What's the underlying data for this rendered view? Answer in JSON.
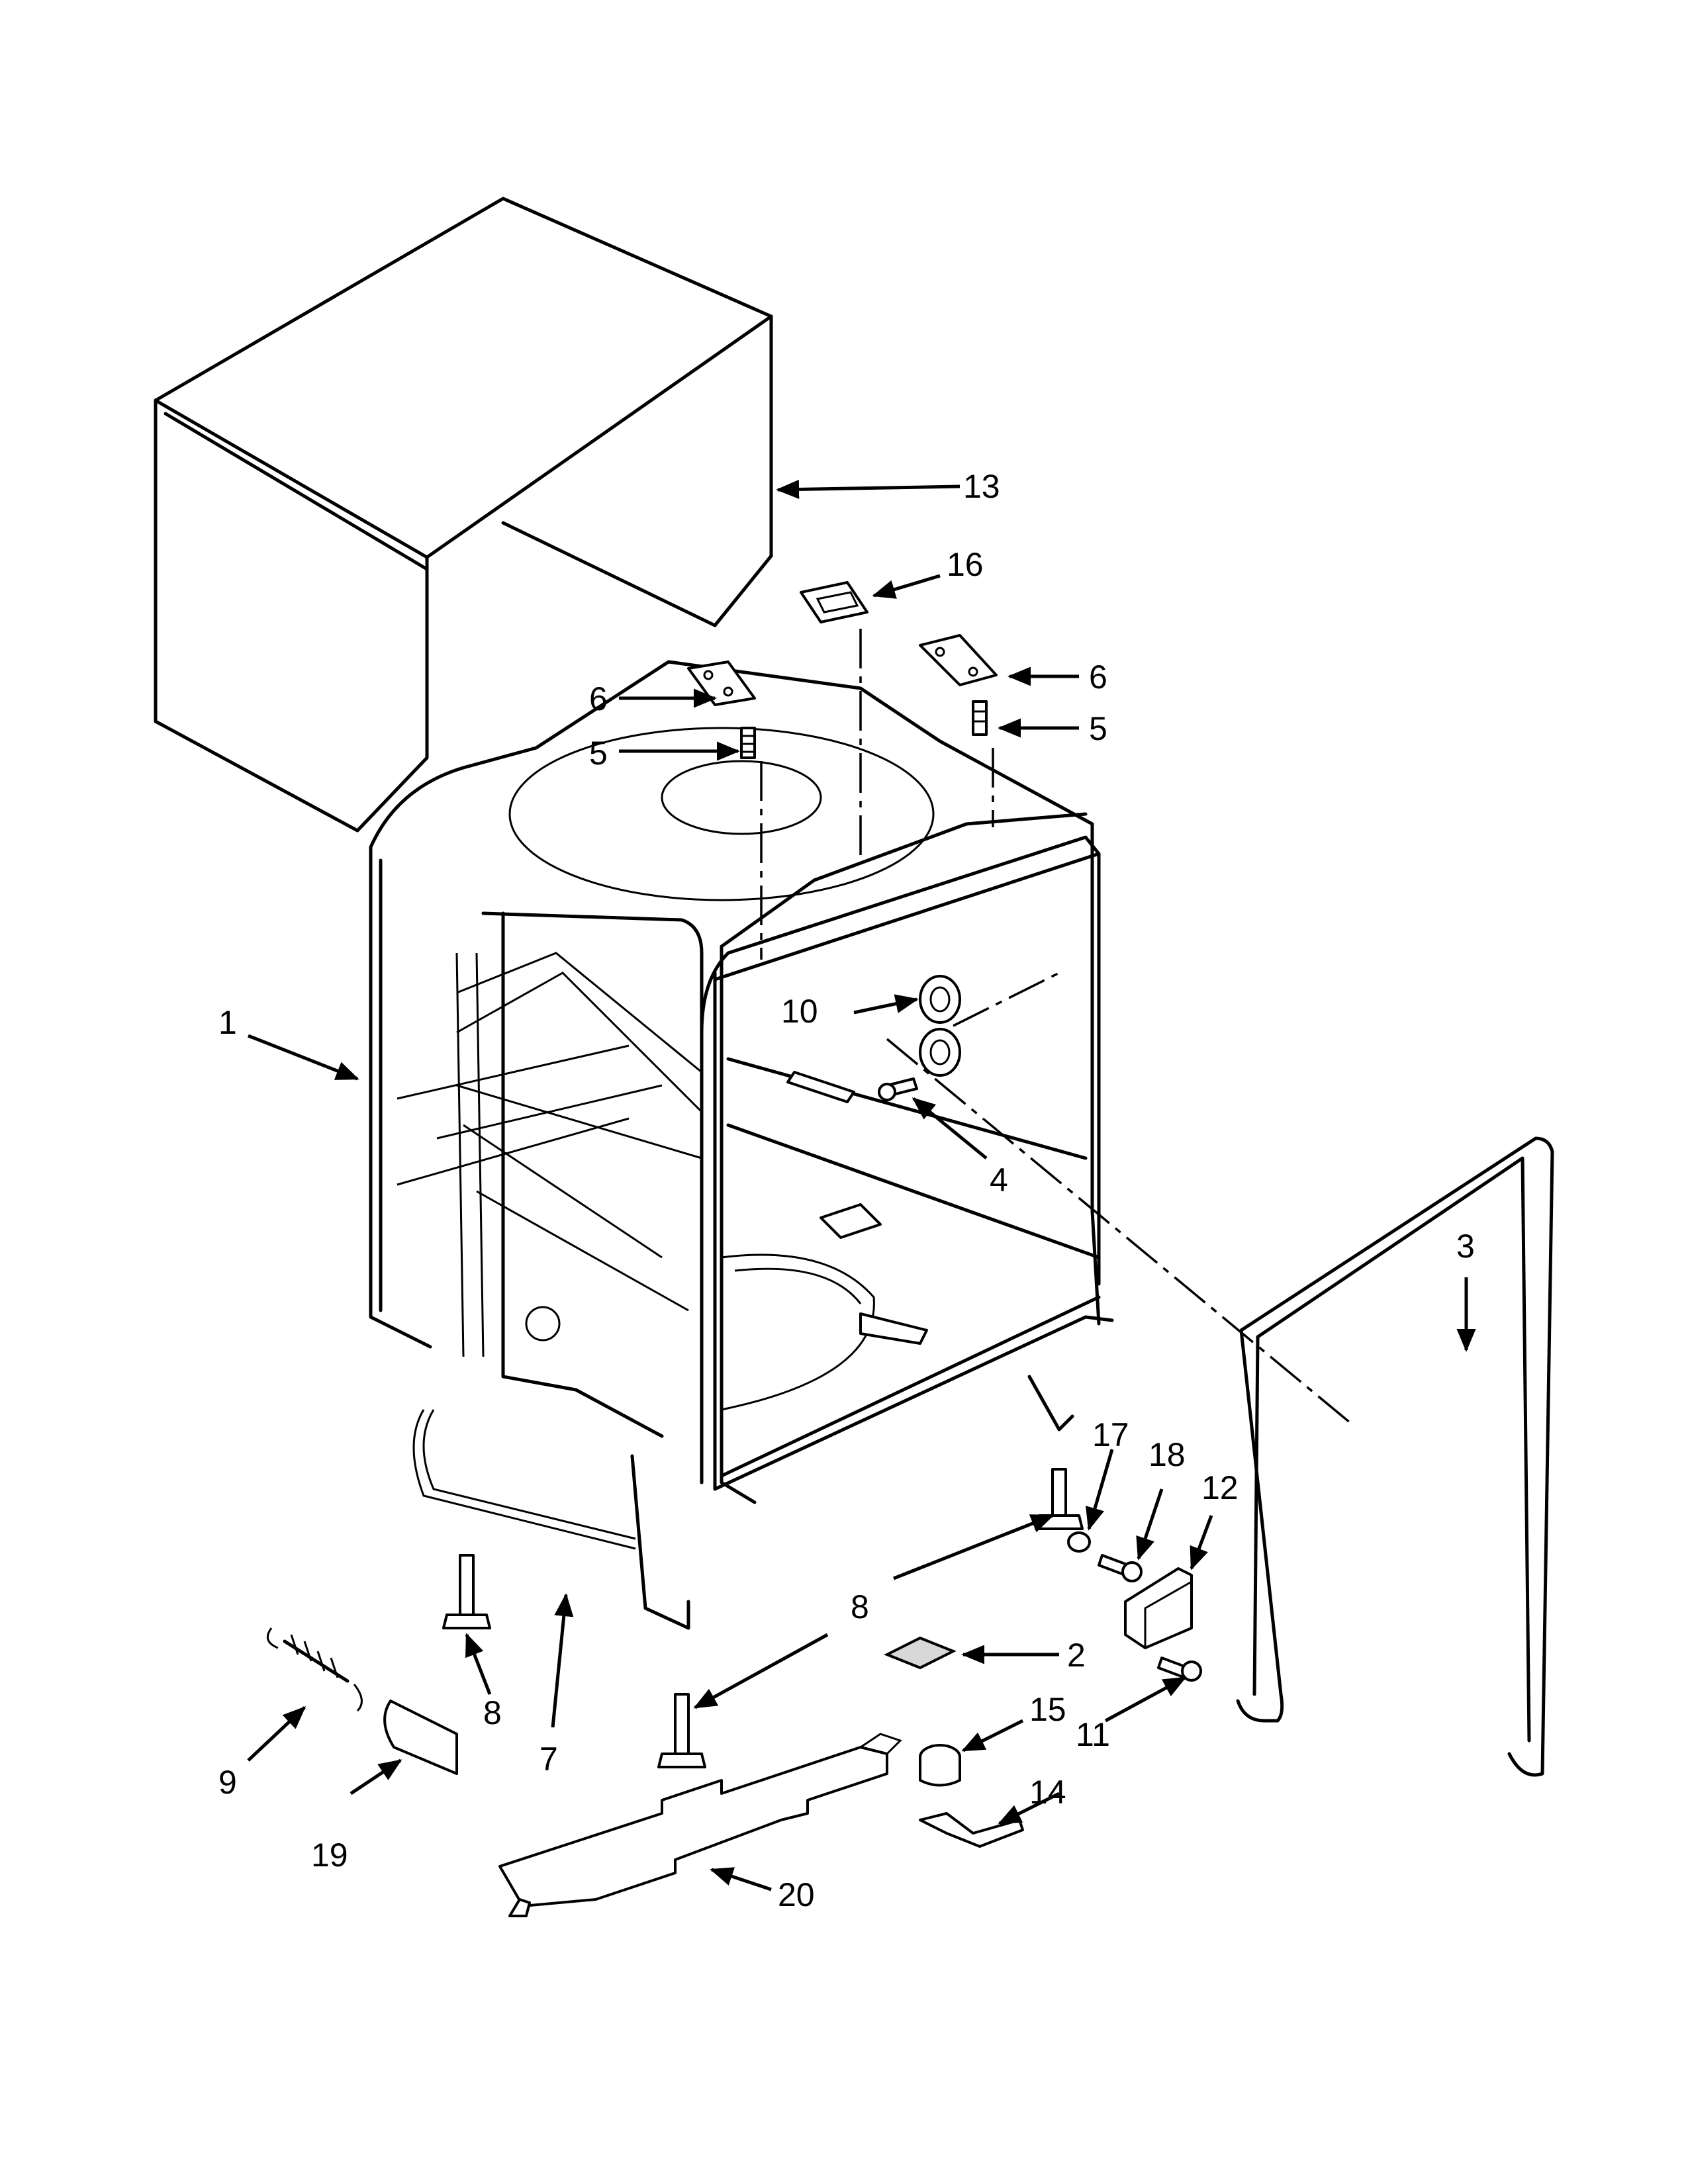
{
  "callouts": {
    "c1": "1",
    "c2": "2",
    "c3": "3",
    "c4": "4",
    "c5a": "5",
    "c5b": "5",
    "c6a": "6",
    "c6b": "6",
    "c7": "7",
    "c8a": "8",
    "c8b": "8",
    "c9": "9",
    "c10": "10",
    "c11": "11",
    "c12": "12",
    "c13": "13",
    "c14": "14",
    "c15": "15",
    "c16": "16",
    "c17": "17",
    "c18": "18",
    "c19": "19",
    "c20": "20"
  }
}
